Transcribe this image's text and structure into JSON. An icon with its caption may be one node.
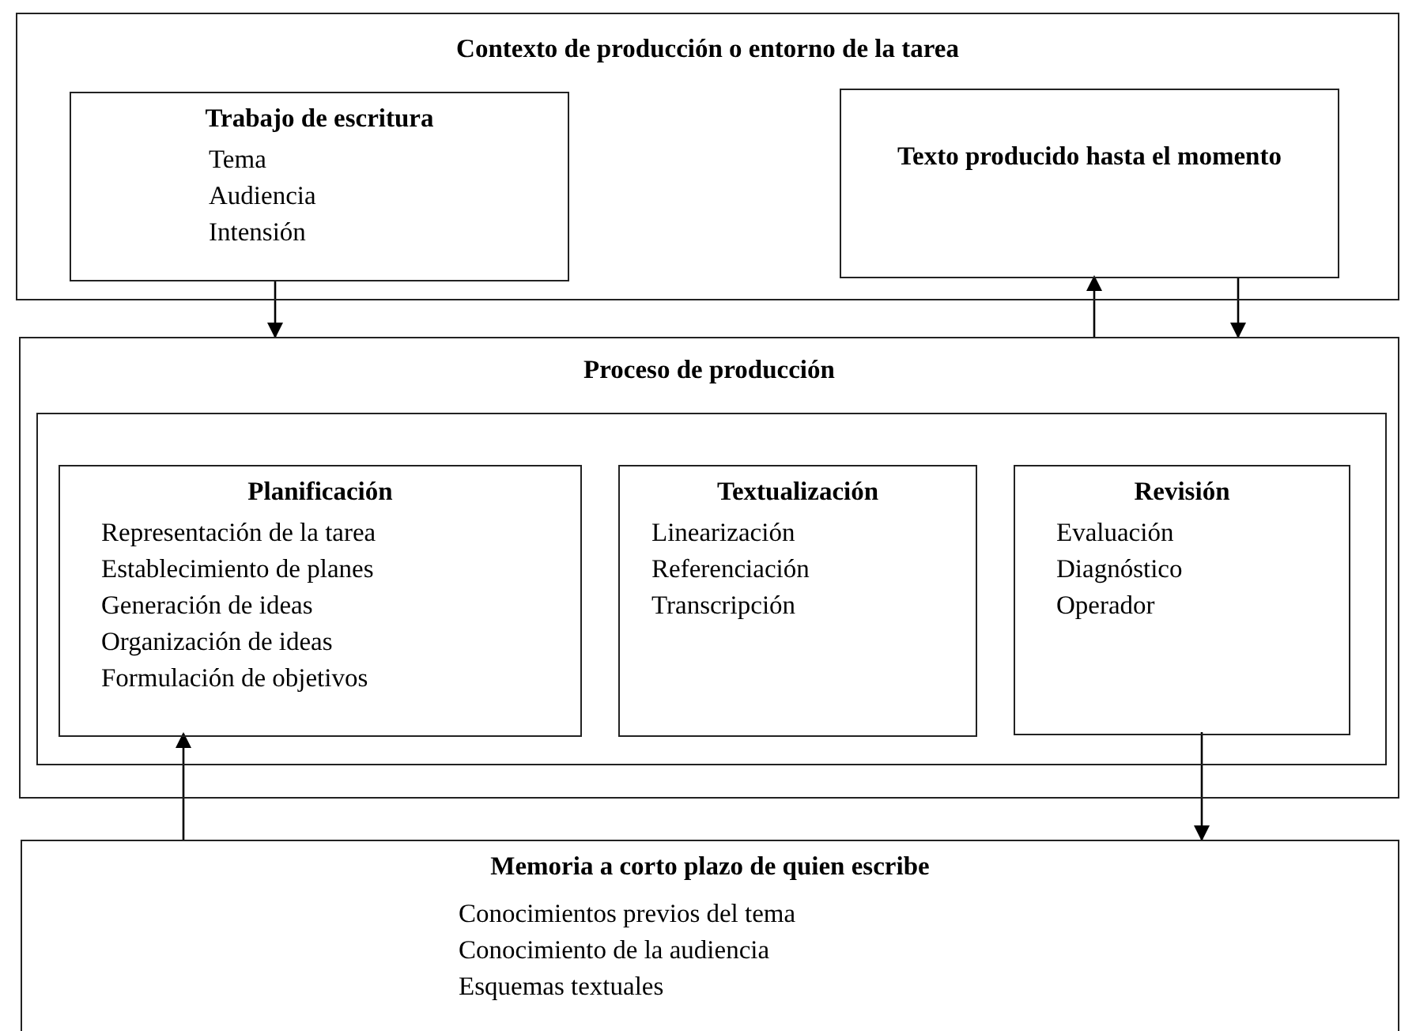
{
  "diagram": {
    "nodes": [
      {
        "text": [
          "Contexto de producción o entorno de la tarea"
        ]
      },
      {
        "text": [
          "Trabajo de escritura",
          "Tema",
          "Audiencia",
          "Intensión"
        ],
        "in": 0
      },
      {
        "text": [
          "Texto producido hasta el momento"
        ],
        "in": 0
      },
      {
        "text": [
          "Proceso de producción"
        ]
      },
      {
        "text": [],
        "shape": "box",
        "in": 3
      },
      {
        "text": [
          "Planificación",
          "Representación de la tarea",
          "Establecimiento de planes",
          "Generación de ideas",
          "Organización de ideas",
          "Formulación de objetivos"
        ],
        "in": 4
      },
      {
        "text": [
          "Textualización",
          "Linearización",
          "Referenciación",
          "Transcripción"
        ],
        "in": 4
      },
      {
        "text": [
          "Revisión",
          "Evaluación",
          "Diagnóstico",
          "Operador"
        ],
        "in": 4
      },
      {
        "text": [
          "Memoria a corto plazo de quien escribe",
          "Conocimientos previos del tema",
          "Conocimiento de la audiencia",
          "Esquemas textuales"
        ]
      }
    ],
    "edges": [
      {
        "from": 1,
        "to": 3,
        "arrow": "to"
      },
      {
        "from": 3,
        "to": 2,
        "arrow": "to"
      },
      {
        "from": 2,
        "to": 3,
        "arrow": "to"
      },
      {
        "from": 8,
        "to": 5,
        "arrow": "to"
      },
      {
        "from": 7,
        "to": 8,
        "arrow": "to"
      }
    ]
  }
}
